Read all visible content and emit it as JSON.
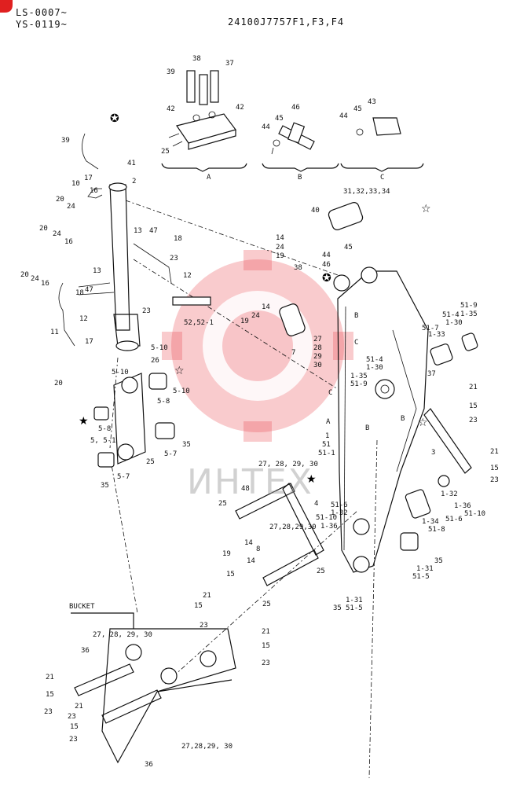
{
  "header": {
    "serial_line1": "LS-0007~",
    "serial_line2": "YS-0119~",
    "part_code": "24100J7757F1,F3,F4"
  },
  "groups": [
    "A",
    "B",
    "C"
  ],
  "bucket_label": "BUCKET",
  "watermark": {
    "text": "ИНТЕХ",
    "color": "#e8454a"
  },
  "labels": [
    "38",
    "37",
    "39",
    "42",
    "42",
    "46",
    "45",
    "43",
    "44",
    "45",
    "44",
    "25",
    "39",
    "41",
    "2",
    "17",
    "10",
    "20",
    "24",
    "20",
    "24",
    "16",
    "16",
    "13",
    "47",
    "18",
    "23",
    "12",
    "20",
    "24",
    "16",
    "13",
    "18",
    "47",
    "12",
    "11",
    "23",
    "5-10",
    "26",
    "17",
    "20",
    "52,52-1",
    "5-10",
    "5-10",
    "5-8",
    "5-8",
    "5, 5-1",
    "25",
    "5-7",
    "35",
    "5-7",
    "35",
    "31,32,33,34",
    "40",
    "14",
    "24",
    "19",
    "38",
    "44",
    "45",
    "46",
    "B",
    "C",
    "51-9",
    "1-35",
    "51-4",
    "51-7",
    "1-30",
    "1-33",
    "19",
    "24",
    "14",
    "7",
    "27",
    "28",
    "29",
    "30",
    "51-4",
    "1-30",
    "1-35",
    "51-9",
    "C",
    "37",
    "21",
    "15",
    "23",
    "A",
    "B",
    "B",
    "1",
    "51",
    "51-1",
    "3",
    "21",
    "15",
    "23",
    "27, 28, 29, 30",
    "48",
    "4",
    "25",
    "14",
    "19",
    "27,28,29,30",
    "51-6",
    "1-32",
    "51-10",
    "1-36",
    "1-32",
    "51-6",
    "1-36",
    "51-10",
    "1-34",
    "51-8",
    "8",
    "15",
    "14",
    "25",
    "35",
    "1-31",
    "51-5",
    "35",
    "1-31",
    "51-5",
    "25",
    "21",
    "15",
    "23",
    "21",
    "27, 28, 29, 30",
    "15",
    "23",
    "36",
    "21",
    "15",
    "23",
    "21",
    "23",
    "15",
    "23",
    "27,28,29, 30",
    "36"
  ]
}
